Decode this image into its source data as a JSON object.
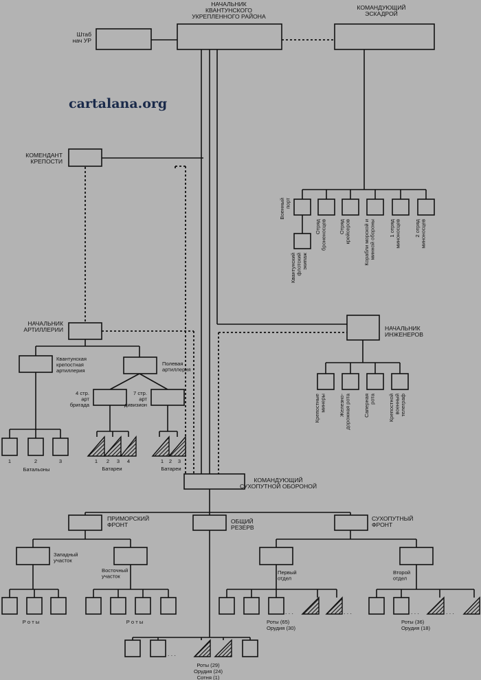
{
  "watermark": "cartalana.org",
  "units": {
    "chief_ur": [
      "НАЧАЛЬНИК",
      "КВАНТУНСКОГО",
      "УКРЕПЛЕННОГО РАЙОНА"
    ],
    "staff": [
      "Штаб",
      "нач УР"
    ],
    "squadron": [
      "КОМАНДУЮЩИЙ",
      "ЭСКАДРОЙ"
    ],
    "commandant": [
      "КОМЕНДАНТ",
      "КРЕПОСТИ"
    ],
    "artillery_chief": [
      "НАЧАЛЬНИК",
      "АРТИЛЛЕРИИ"
    ],
    "fortress_artillery": [
      "Квантунская",
      "крепостная",
      "артиллерия"
    ],
    "field_artillery": [
      "Полевая",
      "артиллерия"
    ],
    "brigade": [
      "4 стр.",
      "арт",
      "бригада"
    ],
    "division": [
      "7 стр.",
      "арт",
      "дивизион"
    ],
    "engineers_chief": [
      "НАЧАЛЬНИК",
      "ИНЖЕНЕРОВ"
    ],
    "land_defense": [
      "КОМАНДУЮЩИЙ",
      "СУХОПУТНОЙ ОБОРОНОЙ"
    ],
    "coastal_front": [
      "ПРИМОРСКИЙ",
      "ФРОНТ"
    ],
    "general_reserve": [
      "ОБЩИЙ",
      "РЕЗЕРВ"
    ],
    "land_front": [
      "СУХОПУТНЫЙ",
      "ФРОНТ"
    ],
    "west_sector": [
      "Западный",
      "участок"
    ],
    "east_sector": [
      "Восточный",
      "участок"
    ],
    "first_dept": [
      "Первый",
      "отдел"
    ],
    "second_dept": [
      "Второй",
      "отдел"
    ]
  },
  "navy": {
    "port": [
      "Военный",
      "порт"
    ],
    "port_sub": [
      "Квантунский",
      "флотский",
      "экипаж"
    ],
    "units": [
      [
        "Отряд",
        "броненосцев"
      ],
      [
        "Отряд",
        "крейсеров"
      ],
      [
        "Корабли морской и",
        "минной обороны"
      ],
      [
        "1 отряд",
        "миноносцев"
      ],
      [
        "2 отряд",
        "миноносцев"
      ]
    ]
  },
  "engineers": [
    [
      "Крепостные",
      "минеры"
    ],
    [
      "Железно-",
      "дорожная рота"
    ],
    [
      "Саперная",
      "рота"
    ],
    [
      "Крепостной",
      "военный",
      "телеграф"
    ]
  ],
  "battalions": {
    "numbers": [
      "1",
      "2",
      "3"
    ],
    "label": "Батальоны"
  },
  "batteries_brigade": {
    "numbers": [
      "1",
      "2",
      "3",
      "4"
    ],
    "label": "Батареи"
  },
  "batteries_division": {
    "numbers": [
      "1",
      "2",
      "3"
    ],
    "label": "Батареи"
  },
  "companies_label": "Р о т ы",
  "first_dept_totals": [
    "Роты (65)",
    "Орудия (30)"
  ],
  "second_dept_totals": [
    "Роты (36)",
    "Орудия (18)"
  ],
  "reserve_totals": [
    "Роты (29)",
    "Орудия (24)",
    "Сотня (1)"
  ],
  "ellipsis": ". . ."
}
